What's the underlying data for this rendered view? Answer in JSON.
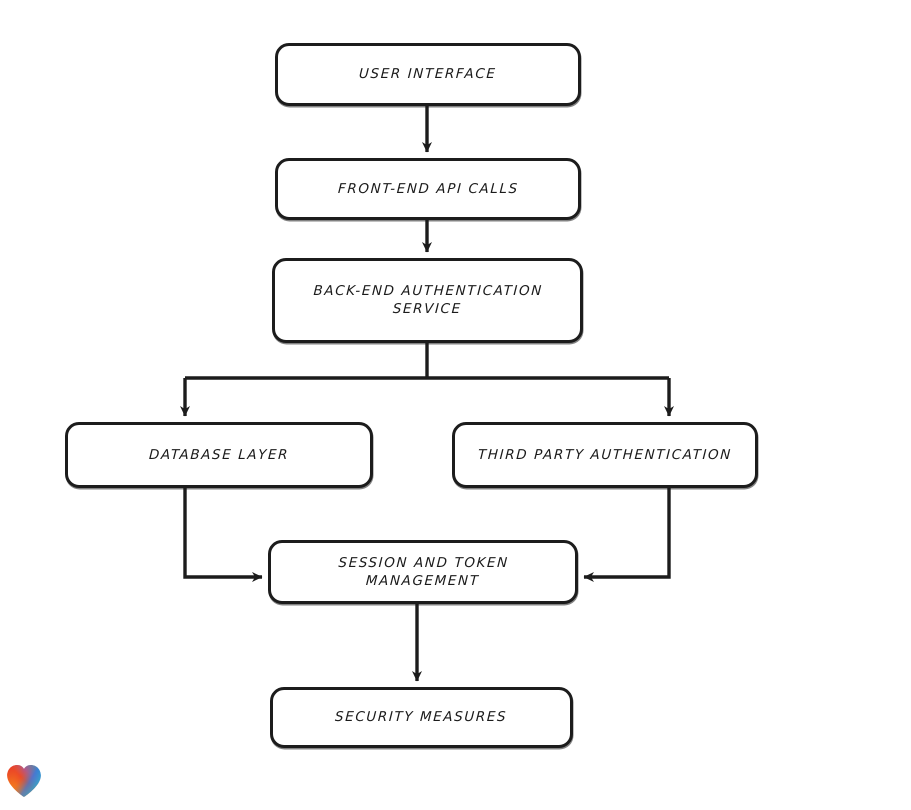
{
  "diagram": {
    "type": "flowchart",
    "title": "",
    "background_color": "#ffffff",
    "stroke_color": "#1c1c1c",
    "text_color": "#1b1b1b",
    "style": "hand-drawn rounded rectangles",
    "nodes": [
      {
        "id": "user-interface",
        "label": "User Interface"
      },
      {
        "id": "frontend-api",
        "label": "Front-End API Calls"
      },
      {
        "id": "backend-auth",
        "label": "Back-End Authentication\nService"
      },
      {
        "id": "database-layer",
        "label": "Database Layer"
      },
      {
        "id": "third-party-auth",
        "label": "Third Party Authentication"
      },
      {
        "id": "session-token",
        "label": "Session and Token\nManagement"
      },
      {
        "id": "security",
        "label": "Security Measures"
      }
    ],
    "edges": [
      {
        "from": "user-interface",
        "to": "frontend-api",
        "direction": "down"
      },
      {
        "from": "frontend-api",
        "to": "backend-auth",
        "direction": "down"
      },
      {
        "from": "backend-auth",
        "to": "database-layer",
        "direction": "down-left-branch"
      },
      {
        "from": "backend-auth",
        "to": "third-party-auth",
        "direction": "down-right-branch"
      },
      {
        "from": "database-layer",
        "to": "session-token",
        "direction": "down-then-right"
      },
      {
        "from": "third-party-auth",
        "to": "session-token",
        "direction": "down-then-left"
      },
      {
        "from": "session-token",
        "to": "security",
        "direction": "down"
      }
    ]
  },
  "logo": {
    "name": "heart-logo",
    "colors": [
      "#e8342a",
      "#f5881f",
      "#f7a01c",
      "#3a7fd5",
      "#2bb5c9"
    ]
  }
}
